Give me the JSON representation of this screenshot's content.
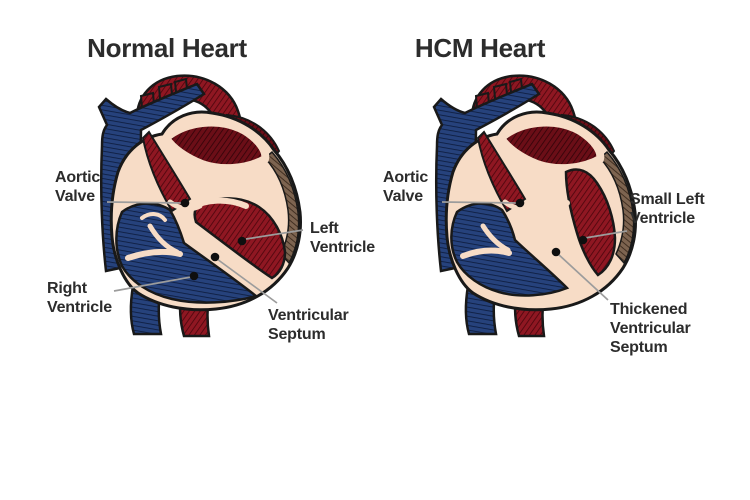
{
  "figure": {
    "type": "medical-comparison-diagram",
    "subject": "Normal heart vs hypertrophic cardiomyopathy (HCM) heart cross-sections"
  },
  "colors": {
    "background": "#ffffff",
    "text": "#2c2c2c",
    "leader": "#9c9c9c",
    "dot": "#0f0f0f",
    "outline": "#191919",
    "cream": "#f7dcc6",
    "blue": "#26427c",
    "blueLine": "#0d1c3e",
    "red": "#8f1722",
    "redLine": "#4d060d",
    "darkRed": "#6b0e17",
    "darkRedLine": "#330409",
    "brown": "#7d6450",
    "brownLine": "#372619"
  },
  "panels": [
    {
      "id": "normal",
      "title": "Normal Heart",
      "labels": [
        {
          "id": "aortic-valve",
          "text": "Aortic\nValve"
        },
        {
          "id": "left-ventricle",
          "text": "Left\nVentricle"
        },
        {
          "id": "right-ventricle",
          "text": "Right\nVentricle"
        },
        {
          "id": "ventricular-septum",
          "text": "Ventricular\nSeptum"
        }
      ]
    },
    {
      "id": "hcm",
      "title": "HCM Heart",
      "labels": [
        {
          "id": "aortic-valve",
          "text": "Aortic\nValve"
        },
        {
          "id": "small-left-ventricle",
          "text": "Small Left\nVentricle"
        },
        {
          "id": "thickened-ventricular-septum",
          "text": "Thickened\nVentricular\nSeptum"
        }
      ]
    }
  ]
}
